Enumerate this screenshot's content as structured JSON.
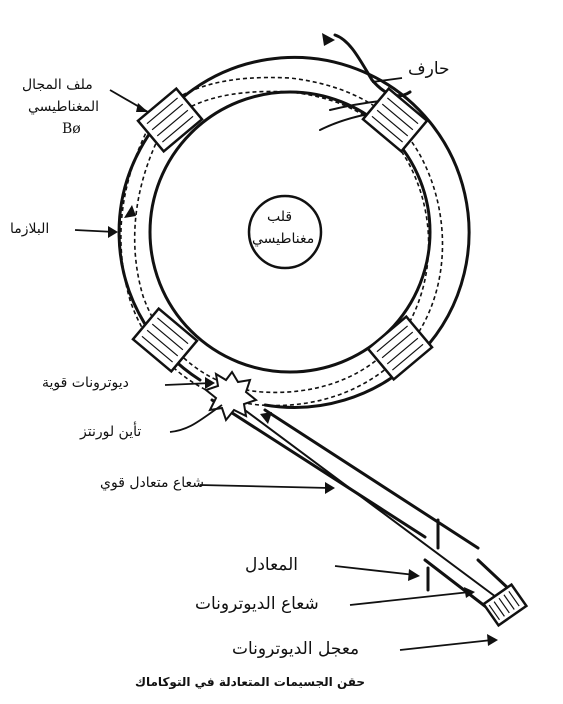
{
  "colors": {
    "ink": "#111111",
    "background": "#ffffff"
  },
  "labels": {
    "magnetic_field_coil_line1": "ملف المجال",
    "magnetic_field_coil_line2": "المغناطيسي",
    "b_phi": "Bø",
    "plasma": "البلازما",
    "magnetic_core_line1": "قلب",
    "magnetic_core_line2": "مغناطيسي",
    "limiter": "حارف",
    "energetic_deuterons": "ديوترونات قوية",
    "lorentz_ionization": "تأين لورنتز",
    "energetic_neutral_beam": "شعاع متعادل قوي",
    "neutralizer": "المعادل",
    "deuteron_beam": "شعاع الديوترونات",
    "deuteron_accelerator": "معجل الديوترونات"
  },
  "caption": "حقن الجسيمات المتعادلة في التوكاماك"
}
